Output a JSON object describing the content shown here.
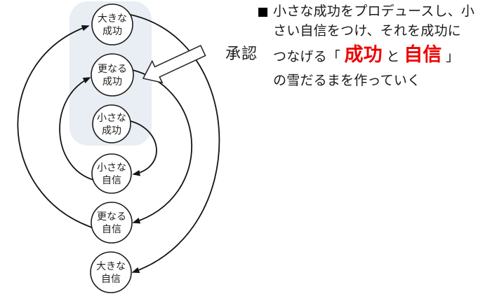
{
  "diagram": {
    "nodes": [
      {
        "id": "big-success",
        "label": "大きな\n成功"
      },
      {
        "id": "further-success",
        "label": "更なる\n成功"
      },
      {
        "id": "small-success",
        "label": "小さな\n成功"
      },
      {
        "id": "small-confidence",
        "label": "小さな\n自信"
      },
      {
        "id": "further-confidence",
        "label": "更なる\n自信"
      },
      {
        "id": "big-confidence",
        "label": "大きな\n自信"
      }
    ],
    "approval_label": "承認",
    "highlight_color": "#e8eef3",
    "node_fill_color": "#ffffff",
    "node_border_color": "#1c1c1c",
    "arrow_color": "#141414"
  },
  "note": {
    "line1": "小さな成功をプロデュースし、小",
    "line2": "さい自信をつけ、それを成功に",
    "line3_prefix": "つなげる「 ",
    "line3_red1": "成功",
    "line3_middle": " と ",
    "line3_red2": "自信",
    "line3_suffix": " 」",
    "line4": "の雪だるまを作っていく",
    "emphasis_color": "#ee0000",
    "text_color": "#1a1a1a"
  }
}
